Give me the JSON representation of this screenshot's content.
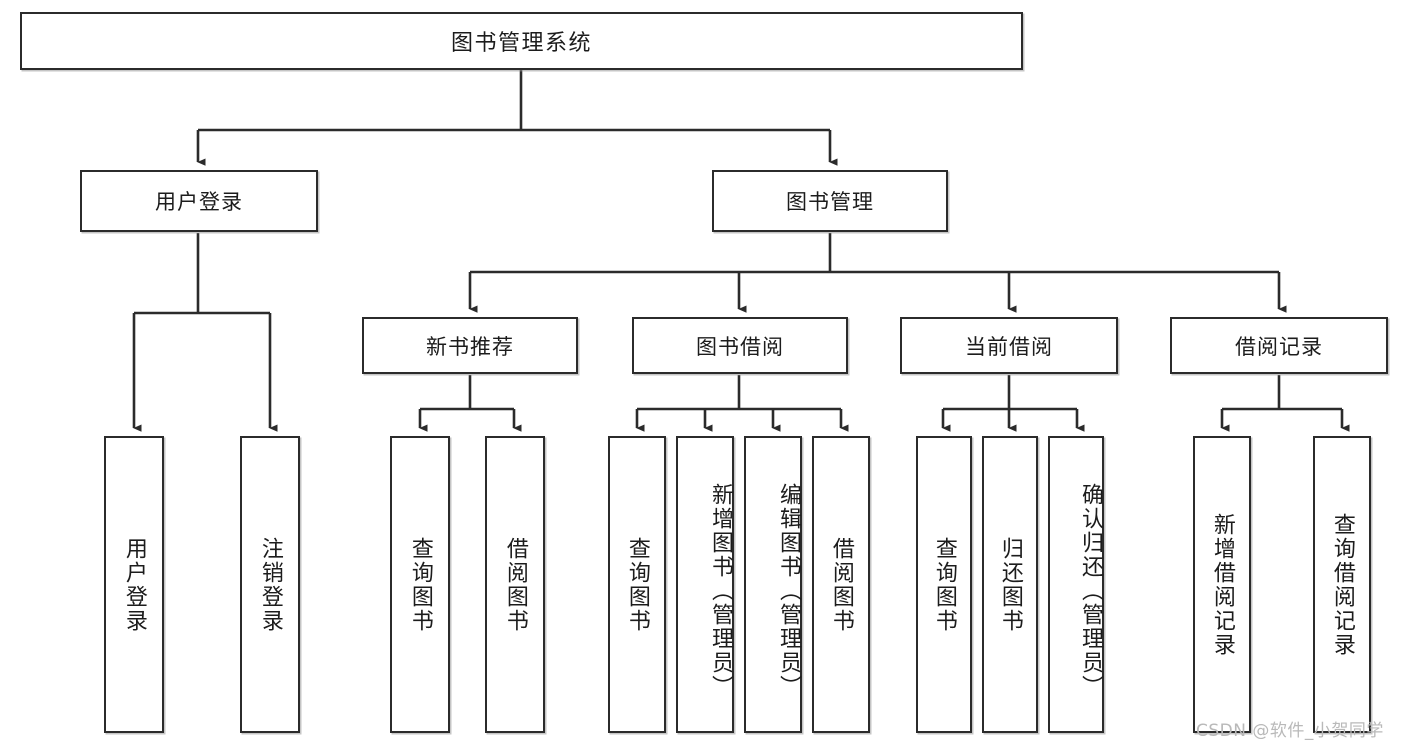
{
  "diagram": {
    "title": "图书管理系统",
    "type": "tree-hierarchy",
    "root": {
      "label": "图书管理系统"
    },
    "level2": [
      {
        "label": "用户登录"
      },
      {
        "label": "图书管理"
      }
    ],
    "level3": [
      {
        "label": "新书推荐"
      },
      {
        "label": "图书借阅"
      },
      {
        "label": "当前借阅"
      },
      {
        "label": "借阅记录"
      }
    ],
    "leaves": {
      "user_login": [
        {
          "label": "用户登录"
        },
        {
          "label": "注销登录"
        }
      ],
      "new_book_recommend": [
        {
          "label": "查询图书"
        },
        {
          "label": "借阅图书"
        }
      ],
      "book_borrow": [
        {
          "label": "查询图书"
        },
        {
          "label": "新增图书（管理员）"
        },
        {
          "label": "编辑图书（管理员）"
        },
        {
          "label": "借阅图书"
        }
      ],
      "current_borrow": [
        {
          "label": "查询图书"
        },
        {
          "label": "归还图书"
        },
        {
          "label": "确认归还（管理员）"
        }
      ],
      "borrow_record": [
        {
          "label": "新增借阅记录"
        },
        {
          "label": "查询借阅记录"
        }
      ]
    }
  },
  "watermark": {
    "text": "CSDN @软件_小贺同学"
  },
  "colors": {
    "border": "#2b2b2b",
    "background": "#ffffff",
    "text": "#1c1c1c",
    "watermark": "#b9b9b9"
  }
}
